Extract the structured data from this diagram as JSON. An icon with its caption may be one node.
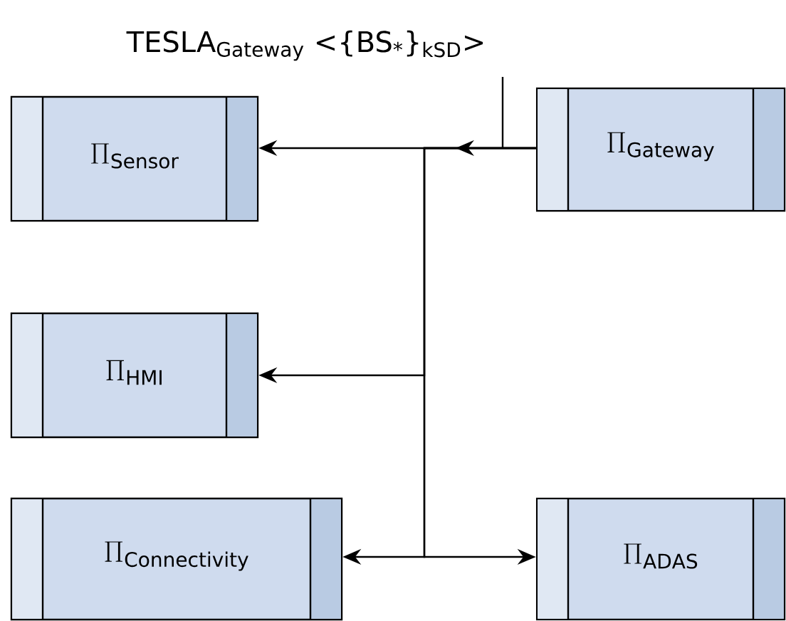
{
  "diagram": {
    "nodes": [
      {
        "text": [
          "\\Pi_{\\mathrm{Sensor}}"
        ]
      },
      {
        "text": [
          "\\Pi_{\\mathrm{Gateway}}"
        ]
      },
      {
        "text": [
          "\\Pi_{\\mathrm{HMI}}"
        ]
      },
      {
        "text": [
          "\\Pi_{\\mathrm{Connectivity}}"
        ]
      },
      {
        "text": [
          "\\Pi_{\\mathrm{ADAS}}"
        ]
      }
    ],
    "edges": [
      {
        "from": 1,
        "to": 0,
        "arrow": "to",
        "label": "TESLA$_{Gateway}$ <{BS$_{*}$}$_{kSD}$>"
      },
      {
        "from": 1,
        "to": 2,
        "arrow": "to"
      },
      {
        "from": 1,
        "to": 3,
        "arrow": "to"
      },
      {
        "from": 1,
        "to": 4,
        "arrow": "to"
      }
    ]
  }
}
